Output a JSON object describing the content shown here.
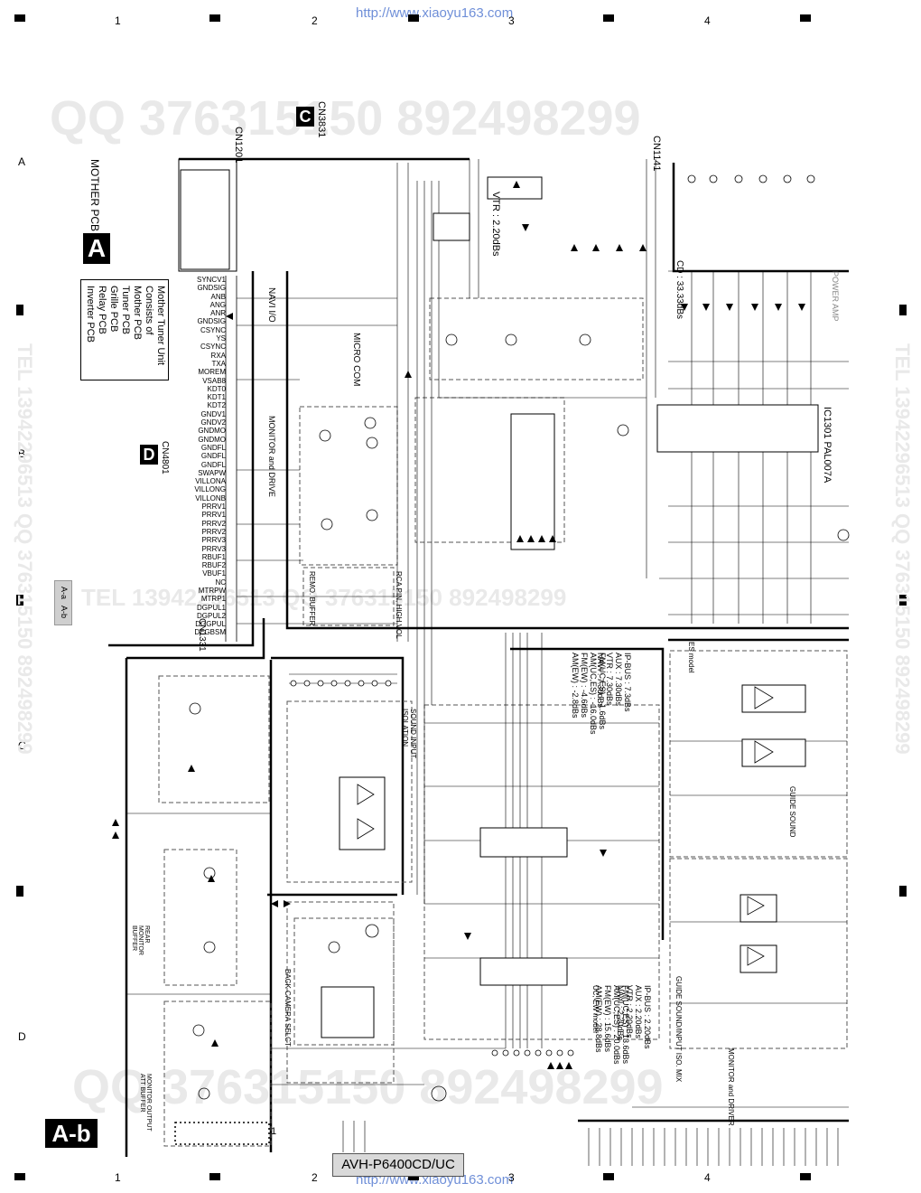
{
  "header": {
    "url_top": "http://www.xiaoyu163.com",
    "url_bottom": "http://www.xiaoyu163.com",
    "columns": [
      "1",
      "2",
      "3",
      "4"
    ],
    "rows": [
      "A",
      "B",
      "C",
      "D"
    ]
  },
  "watermarks": {
    "qq": "QQ 376315150   892498299",
    "side_left": "TEL 13942296513   QQ 376315150   892498299",
    "side_right": "TEL 13942296513   QQ 376315150   892498299",
    "mid": "TEL 13942296513   QQ 376315150   892498299"
  },
  "labels": {
    "page_tag": "A-b",
    "tab_a": "A-a",
    "tab_b": "A-b",
    "pcb_a_letter": "A",
    "pcb_a_title": "MOTHER PCB",
    "pcb_c_letter": "C",
    "pcb_c_id": "CN3831",
    "pcb_d_letter": "D",
    "pcb_d_id": "CN4801",
    "cn1201": "CN1201",
    "cn1141": "CN1141",
    "cn1331": "CN1331",
    "ic1301": "IC1301 PAL007A",
    "vtr_level": "VTR : 2.20dBs",
    "cd_level": "CD : 33.33dBs",
    "micro_com": "MICRO COM",
    "monitor_drive": "MONITOR and DRIVE",
    "navi_io": "NAVI I/O",
    "remo_buffer": "REMO. BUFFER",
    "rca_pin": "RCA PIN, HIGH VOL",
    "sound_input_isolation": "SOUND INPUT ISOLATION",
    "rear_monitor_buffer": "REAR MONITOR BUFFER",
    "back_camera_select": "BACK CAMERA SELCT",
    "monitor_output_att": "MONITOR OUTPUT ATT BUFFER",
    "guide_sound": "GUIDE SOUND",
    "guide_sound_iso": "GUIDE SOUND/INPUT ISO. MIX",
    "monitor_and_driver": "MONITOR and DRIVER",
    "power_amp": "POWER AMP",
    "es_model": "ES model",
    "uc_ew_model": "UC, EW model",
    "pin_one": "1",
    "model": "AVH-P6400CD/UC"
  },
  "unit_box": {
    "title": "Mother Tuner Unit",
    "line1": "Consists of",
    "line2": "Mother PCB",
    "line3": "Tuner PCB",
    "line4": "Grille PCB",
    "line5": "Relay PCB",
    "line6": "Inverter PCB"
  },
  "level_notes": {
    "fm": "FM(UC,ES) : -1.6dBs",
    "am": "AM(UC,ES) : -16.0dBs",
    "fmew": "FM(EW) : -4.6dBs",
    "amew": "AM(EW) : -2.8dBs",
    "ipbus": "IP-BUS : 7.3dBs",
    "aux": "AUX : 7.30dBs",
    "vtr": "VTR : 7.30dBs",
    "navi": "NAVI : 7.30dBs",
    "fm2": "FM(UC,ES) : 13.6dBs",
    "am2": "AM(UC,ES) : 20.0dBs",
    "fmew2": "FM(EW) : 15.6dBs",
    "amew2": "AM(EW) : 28.8dBs",
    "ipbus2": "IP-BUS : 2.20dBs",
    "aux2": "AUX : 2.20dBs",
    "vtr2": "VTR : 2.20dBs",
    "navi2": "NAVI : 2.20dBs"
  },
  "connector_pins_cn1331": [
    "SYNCV1",
    "GNDSIG",
    "ANB",
    "ANG",
    "ANR",
    "GNDSIG",
    "CSYNC",
    "YS",
    "CSYNC",
    "RXA",
    "TXA",
    "MOREM",
    "VSAB8",
    "KDT0",
    "KDT1",
    "KDT2",
    "GNDV1",
    "GNDV2",
    "GNDMO",
    "GNDMO",
    "GNDFL",
    "GNDFL",
    "GNDFL",
    "SWAPW",
    "VILLONA",
    "VILLONG",
    "VILLONB",
    "PRRV1",
    "PRRV1",
    "PRRV2",
    "PRRV2",
    "PRRV3",
    "PRRV3",
    "RBUF1",
    "RBUF2",
    "VBUF1",
    "NC",
    "MTRPW",
    "MTRP1",
    "DGPUL1",
    "DGPUL2",
    "DGGPUL",
    "DEGBSM"
  ]
}
